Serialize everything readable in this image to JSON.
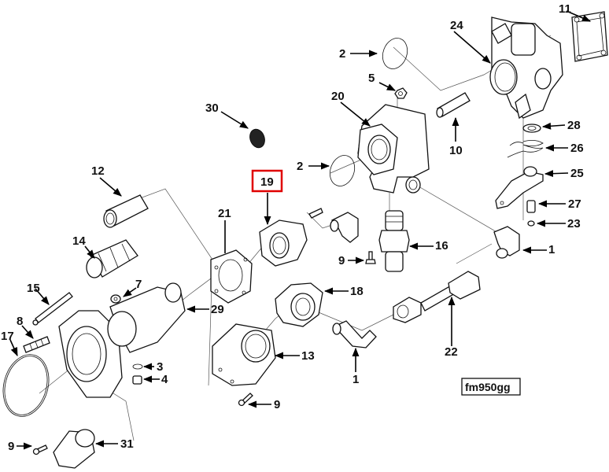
{
  "figure": {
    "id_label": "fm950gg",
    "highlight_color": "#e00000",
    "highlighted_callout": "19"
  },
  "callouts": [
    {
      "key": "c11",
      "label": "11",
      "part": "gasket-rectangular"
    },
    {
      "key": "c24",
      "label": "24",
      "part": "valve-body-housing"
    },
    {
      "key": "c2a",
      "label": "2",
      "part": "o-ring-upper"
    },
    {
      "key": "c5",
      "label": "5",
      "part": "nut"
    },
    {
      "key": "c20",
      "label": "20",
      "part": "flange-body"
    },
    {
      "key": "c30",
      "label": "30",
      "part": "screen-disk"
    },
    {
      "key": "c2b",
      "label": "2",
      "part": "o-ring-lower"
    },
    {
      "key": "c10",
      "label": "10",
      "part": "pin-tube"
    },
    {
      "key": "c28",
      "label": "28",
      "part": "washer"
    },
    {
      "key": "c26",
      "label": "26",
      "part": "torsion-spring"
    },
    {
      "key": "c25",
      "label": "25",
      "part": "lever-arm"
    },
    {
      "key": "c27",
      "label": "27",
      "part": "bushing"
    },
    {
      "key": "c23",
      "label": "23",
      "part": "retaining-clip"
    },
    {
      "key": "c12",
      "label": "12",
      "part": "sleeve"
    },
    {
      "key": "c19",
      "label": "19",
      "part": "adapter-plate"
    },
    {
      "key": "c21",
      "label": "21",
      "part": "gasket"
    },
    {
      "key": "c14",
      "label": "14",
      "part": "threaded-insert"
    },
    {
      "key": "c16",
      "label": "16",
      "part": "valve-cartridge"
    },
    {
      "key": "c9a",
      "label": "9",
      "part": "screw-mid"
    },
    {
      "key": "c1a",
      "label": "1",
      "part": "elbow-right"
    },
    {
      "key": "c15",
      "label": "15",
      "part": "long-bolt"
    },
    {
      "key": "c7",
      "label": "7",
      "part": "nut-small"
    },
    {
      "key": "c18",
      "label": "18",
      "part": "cap"
    },
    {
      "key": "c29",
      "label": "29",
      "part": "pump-housing"
    },
    {
      "key": "c8",
      "label": "8",
      "part": "spring"
    },
    {
      "key": "c17",
      "label": "17",
      "part": "large-o-ring"
    },
    {
      "key": "c13",
      "label": "13",
      "part": "outlet-elbow"
    },
    {
      "key": "c22",
      "label": "22",
      "part": "hose-assembly"
    },
    {
      "key": "c3",
      "label": "3",
      "part": "small-o-ring"
    },
    {
      "key": "c4",
      "label": "4",
      "part": "drain-plug"
    },
    {
      "key": "c1b",
      "label": "1",
      "part": "elbow-lower"
    },
    {
      "key": "c9b",
      "label": "9",
      "part": "screw-lower"
    },
    {
      "key": "c9c",
      "label": "9",
      "part": "screw-bottom-left"
    },
    {
      "key": "c31",
      "label": "31",
      "part": "sensor-plug"
    }
  ]
}
